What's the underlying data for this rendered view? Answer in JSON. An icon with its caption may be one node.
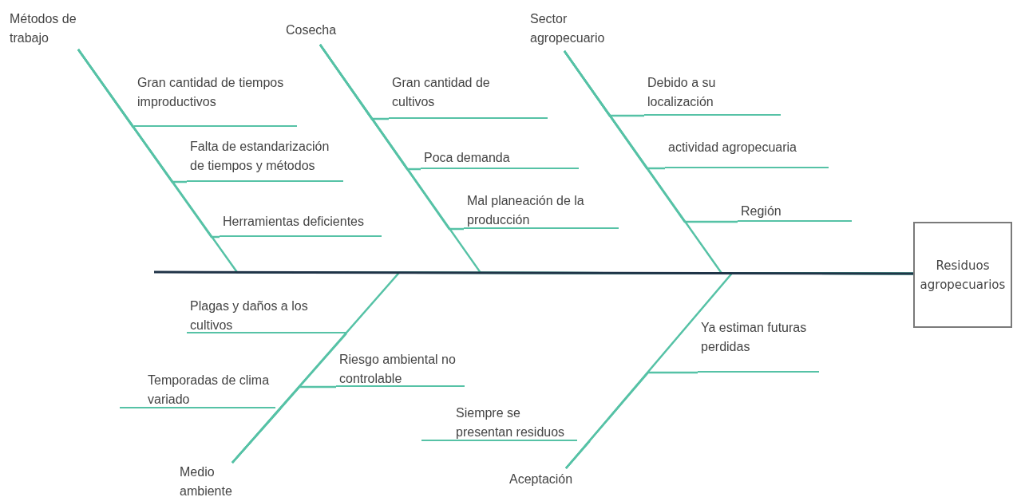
{
  "diagram": {
    "nodes": [
      {
        "text": [
          "Métodos de trabajo"
        ]
      },
      {
        "text": [
          "Gran cantidad de tiempos improductivos"
        ]
      },
      {
        "text": [
          "Falta de estandarización de tiempos y métodos"
        ]
      },
      {
        "text": [
          "Herramientas deficientes"
        ]
      },
      {
        "text": [
          "Cosecha"
        ]
      },
      {
        "text": [
          "Gran cantidad de cultivos"
        ]
      },
      {
        "text": [
          "Poca demanda"
        ]
      },
      {
        "text": [
          "Mal planeación de la producción"
        ]
      },
      {
        "text": [
          "Sector agropecuario"
        ]
      },
      {
        "text": [
          "Debido a su localización"
        ]
      },
      {
        "text": [
          "actividad agropecuaria"
        ]
      },
      {
        "text": [
          "Región"
        ]
      },
      {
        "text": [
          "Residuos agropecuarios"
        ]
      },
      {
        "text": [
          "Plagas y daños a los cultivos"
        ]
      },
      {
        "text": [
          "Riesgo ambiental no controlable"
        ]
      },
      {
        "text": [
          "Temporadas de clima variado"
        ]
      },
      {
        "text": [
          "Ya estiman futuras perdidas"
        ]
      },
      {
        "text": [
          "Siempre se presentan residuos"
        ]
      },
      {
        "text": [
          "Medio ambiente"
        ]
      },
      {
        "text": [
          "Aceptación"
        ]
      }
    ],
    "edges": [
      {
        "from": null,
        "to": 12,
        "arrow": "none",
        "color": "#1f3347"
      },
      {
        "from": 0,
        "to": 12,
        "arrow": "none"
      },
      {
        "from": 4,
        "to": 12,
        "arrow": "none"
      },
      {
        "from": 8,
        "to": 12,
        "arrow": "none"
      },
      {
        "from": 18,
        "to": 12,
        "arrow": "none"
      },
      {
        "from": 19,
        "to": 12,
        "arrow": "none"
      },
      {
        "from": 1,
        "to": 0,
        "arrow": "none"
      },
      {
        "from": 2,
        "to": 0,
        "arrow": "none"
      },
      {
        "from": 3,
        "to": 0,
        "arrow": "none"
      },
      {
        "from": 5,
        "to": 4,
        "arrow": "none"
      },
      {
        "from": 6,
        "to": 4,
        "arrow": "none"
      },
      {
        "from": 7,
        "to": 4,
        "arrow": "none"
      },
      {
        "from": 9,
        "to": 8,
        "arrow": "none"
      },
      {
        "from": 10,
        "to": 8,
        "arrow": "none"
      },
      {
        "from": 11,
        "to": 8,
        "arrow": "none"
      },
      {
        "from": 13,
        "to": 18,
        "arrow": "none"
      },
      {
        "from": 14,
        "to": 18,
        "arrow": "none"
      },
      {
        "from": 15,
        "to": 18,
        "arrow": "none"
      },
      {
        "from": 16,
        "to": 19,
        "arrow": "none"
      },
      {
        "from": 17,
        "to": 19,
        "arrow": "none"
      }
    ]
  }
}
